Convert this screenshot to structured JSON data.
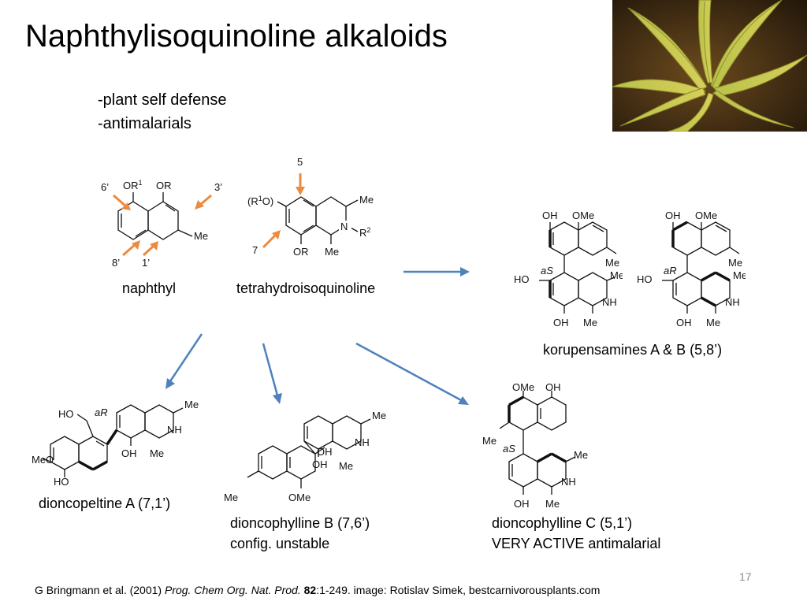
{
  "slide": {
    "title": "Naphthylisoquinoline alkaloids",
    "bullets": [
      "-plant self defense",
      "-antimalarials"
    ],
    "page_number": "17"
  },
  "photo": {
    "icon": "carnivorous-plant-photo"
  },
  "building_blocks": {
    "naphthyl": {
      "label": "naphthyl",
      "atoms": {
        "or1": "OR",
        "or1_sup": "1",
        "or": "OR",
        "me": "Me"
      },
      "positions": {
        "p6": "6’",
        "p3": "3’",
        "p8": "8’",
        "p1": "1’"
      }
    },
    "thiq": {
      "label": "tetrahydroisoquinoline",
      "atoms": {
        "r1o": "(R",
        "r1o_sup": "1",
        "r1o_end": "O)",
        "me_top": "Me",
        "n": "N",
        "r2": "R",
        "r2_sup": "2",
        "or": "OR",
        "me_bot": "Me"
      },
      "positions": {
        "p5": "5",
        "p7": "7"
      }
    }
  },
  "compounds": {
    "korupensamines": {
      "caption": "korupensamines A & B (5,8’)",
      "a": {
        "oh_top": "OH",
        "ome": "OMe",
        "me": "Me",
        "ho": "HO",
        "ax": "aS",
        "me2": "Me",
        "nh": "NH",
        "oh_bot": "OH",
        "me3": "Me"
      },
      "b": {
        "oh_top": "OH",
        "ome": "OMe",
        "me": "Me",
        "ho": "HO",
        "ax": "aR",
        "me2": "Me",
        "nh": "NH",
        "oh_bot": "OH",
        "me3": "Me"
      }
    },
    "dioncopeltine_a": {
      "caption": "dioncopeltine A (7,1’)",
      "atoms": {
        "ho_top": "HO",
        "ax": "aR",
        "meo": "MeO",
        "ho_bot": "HO",
        "oh": "OH",
        "me": "Me",
        "nh": "NH",
        "me2": "Me"
      }
    },
    "dioncophylline_b": {
      "caption_line1": "dioncophylline B (7,6’)",
      "caption_line2": "config. unstable",
      "atoms": {
        "me_top": "Me",
        "nh": "NH",
        "oh1": "OH",
        "oh2": "OH",
        "me": "Me",
        "me_left": "Me",
        "ome": "OMe"
      }
    },
    "dioncophylline_c": {
      "caption_line1": "dioncophylline C (5,1’)",
      "caption_line2": "VERY ACTIVE antimalarial",
      "atoms": {
        "ome": "OMe",
        "oh_top": "OH",
        "me_left": "Me",
        "ax": "aS",
        "me": "Me",
        "nh": "NH",
        "oh_bot": "OH",
        "me2": "Me"
      }
    }
  },
  "citation": {
    "authors": "G Bringmann et al. (2001) ",
    "journal": "Prog. Chem Org. Nat. Prod.",
    "space": " ",
    "volume": "82",
    "rest": ":1-249. image: Rotislav Simek, bestcarnivorousplants.com"
  },
  "colors": {
    "orange_arrow": "#ed8a3d",
    "blue_arrow": "#4f81bd"
  }
}
